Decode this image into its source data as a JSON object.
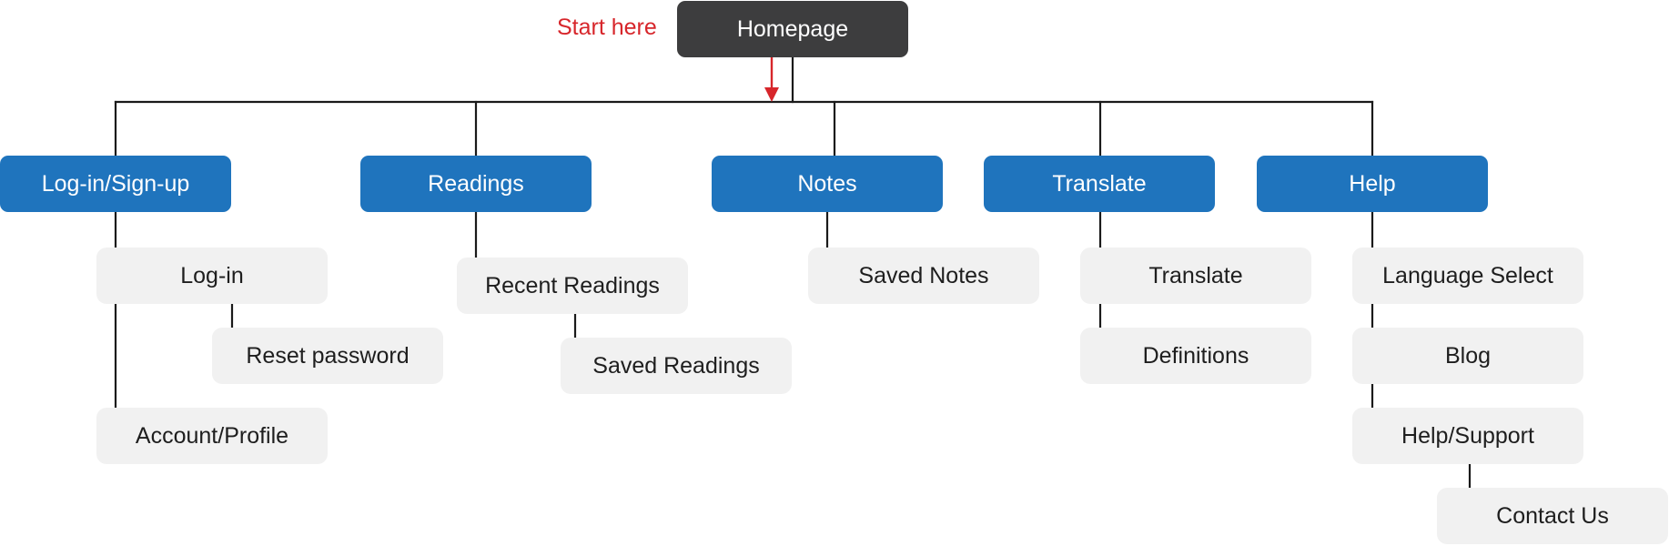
{
  "start_label": "Start here",
  "root": {
    "label": "Homepage"
  },
  "categories": [
    {
      "label": "Log-in/Sign-up",
      "children": [
        {
          "label": "Log-in"
        },
        {
          "label": "Reset password"
        },
        {
          "label": "Account/Profile"
        }
      ]
    },
    {
      "label": "Readings",
      "children": [
        {
          "label": "Recent Readings"
        },
        {
          "label": "Saved Readings"
        }
      ]
    },
    {
      "label": "Notes",
      "children": [
        {
          "label": "Saved Notes"
        }
      ]
    },
    {
      "label": "Translate",
      "children": [
        {
          "label": "Translate"
        },
        {
          "label": "Definitions"
        }
      ]
    },
    {
      "label": "Help",
      "children": [
        {
          "label": "Language Select"
        },
        {
          "label": "Blog"
        },
        {
          "label": "Help/Support"
        },
        {
          "label": "Contact Us"
        }
      ]
    }
  ],
  "colors": {
    "root_fill": "#3d3d3e",
    "category_fill": "#1f74bd",
    "subpage_fill": "#f1f1f1",
    "connector": "#1a1a1a",
    "start_marker": "#d7262b"
  }
}
